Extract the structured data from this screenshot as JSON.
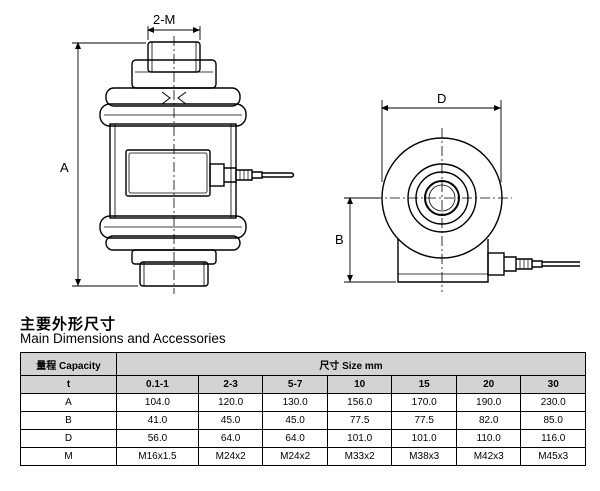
{
  "drawing": {
    "front_view_labels": {
      "thread_dim": "2-M",
      "height_dim": "A"
    },
    "side_view_labels": {
      "diameter_dim": "D",
      "offset_dim": "B"
    }
  },
  "section_title_cn": "主要外形尺寸",
  "section_title_en": "Main Dimensions and Accessories",
  "table": {
    "capacity_header": "量程  Capacity",
    "size_header": "尺寸 Size mm",
    "unit_label": "t",
    "capacities": [
      "0.1-1",
      "2-3",
      "5-7",
      "10",
      "15",
      "20",
      "30"
    ],
    "rows": [
      {
        "label": "A",
        "values": [
          "104.0",
          "120.0",
          "130.0",
          "156.0",
          "170.0",
          "190.0",
          "230.0"
        ]
      },
      {
        "label": "B",
        "values": [
          "41.0",
          "45.0",
          "45.0",
          "77.5",
          "77.5",
          "82.0",
          "85.0"
        ]
      },
      {
        "label": "D",
        "values": [
          "56.0",
          "64.0",
          "64.0",
          "101.0",
          "101.0",
          "110.0",
          "116.0"
        ]
      },
      {
        "label": "M",
        "values": [
          "M16x1.5",
          "M24x2",
          "M24x2",
          "M33x2",
          "M38x3",
          "M42x3",
          "M45x3"
        ]
      }
    ]
  }
}
